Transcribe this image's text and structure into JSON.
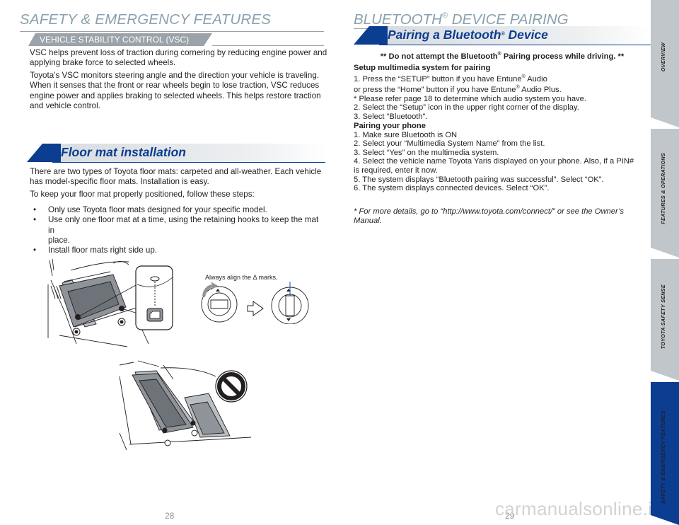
{
  "left": {
    "title": "SAFETY & EMERGENCY FEATURES",
    "vsc_tab": "VEHICLE STABILITY CONTROL (VSC)",
    "vsc_p1_l1": "VSC helps prevent loss of traction during cornering by reducing engine power and",
    "vsc_p1_l2": "applying brake force to selected wheels.",
    "vsc_p2_l1": "Toyota’s VSC monitors steering angle and the direction your vehicle is traveling.",
    "vsc_p2_l2": "When it senses that the front or rear wheels begin to lose traction, VSC reduces",
    "vsc_p2_l3": "engine power and applies braking to selected wheels. This helps restore traction",
    "vsc_p2_l4": "and vehicle control.",
    "floor_heading": "Floor mat installation",
    "floor_p1_l1": "There are two types of Toyota floor mats: carpeted and all-weather. Each vehicle",
    "floor_p1_l2": "has model-specific floor mats. Installation is easy.",
    "floor_p2": "To keep your floor mat properly positioned, follow these steps:",
    "bullets": {
      "b1": "Only use Toyota floor mats designed for your specific model.",
      "b2_l1": "Use only one floor mat at a time, using the retaining hooks to keep the mat in",
      "b2_l2": "place.",
      "b3": "Install floor mats right side up."
    },
    "align_caption": "Always align the Δ marks.",
    "page_number": "28"
  },
  "right": {
    "title": "BLUETOOTH",
    "title_reg": "®",
    "title_rest": " DEVICE PAIRING",
    "heading": "Pairing a Bluetooth",
    "heading_reg": "®",
    "heading_rest": " Device",
    "warning_a": "** Do not attempt the Bluetooth",
    "warning_reg": "®",
    "warning_b": " Pairing process while driving. **",
    "setup_head": "Setup multimedia system for pairing",
    "setup_1a": "1. Press the “SETUP” button if you have Entune",
    "setup_1b": " Audio",
    "setup_1c": " or press the “Home” button if you have Entune",
    "setup_1d": " Audio Plus.",
    "reg": "®",
    "setup_note": "* Please refer page 18 to determine which audio system you have.",
    "setup_2": "2. Select the “Setup” icon in the upper right corner of the display.",
    "setup_3": "3. Select “Bluetooth”.",
    "pair_head": "Pairing your phone",
    "pair_1": "1. Make sure Bluetooth is ON",
    "pair_2": "2. Select your “Multimedia System Name” from the list.",
    "pair_3": "3. Select “Yes” on the multimedia system.",
    "pair_4a": "4. Select the vehicle name Toyota Yaris displayed on your phone. Also, if a PIN#",
    "pair_4b": "is required, enter it now.",
    "pair_5": "5. The system displays “Bluetooth pairing was successful”. Select “OK”.",
    "pair_6": "6. The system displays connected devices. Select “OK”.",
    "more_1": "* For more details, go to “http://www.toyota.com/connect/” or see the Owner’s",
    "more_2": "Manual.",
    "page_number": "29"
  },
  "side_tabs": [
    "OVERVIEW",
    "FEATURES & OPERATIONS",
    "TOYOTA SAFETY SENSE",
    "SAFETY & EMERGENCY FEATURES"
  ],
  "watermark": "carmanualsonline.info",
  "colors": {
    "brand_blue": "#0b3d91",
    "title_grey": "#8aa0ae",
    "tab_grey": "#9aa3a9",
    "side_grey": "#c1c6ca"
  }
}
